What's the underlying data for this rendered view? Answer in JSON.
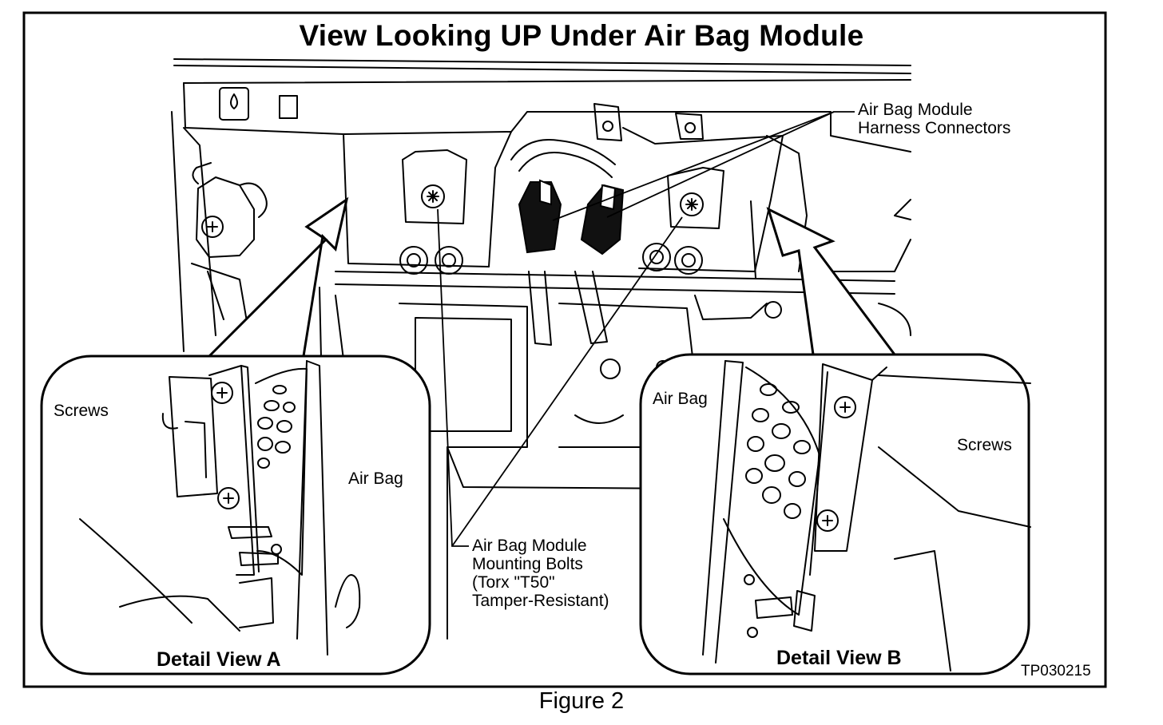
{
  "title": "View Looking UP Under Air Bag Module",
  "labels": {
    "harness_line1": "Air Bag Module",
    "harness_line2": "Harness Connectors",
    "bolts_line1": "Air Bag Module",
    "bolts_line2": "Mounting Bolts",
    "bolts_line3": "(Torx \"T50\"",
    "bolts_line4": "Tamper-Resistant)",
    "screws_a": "Screws",
    "airbag_a": "Air Bag",
    "airbag_b": "Air Bag",
    "screws_b": "Screws"
  },
  "detail_a": "Detail View A",
  "detail_b": "Detail View B",
  "code": "TP030215",
  "figure": "Figure 2"
}
